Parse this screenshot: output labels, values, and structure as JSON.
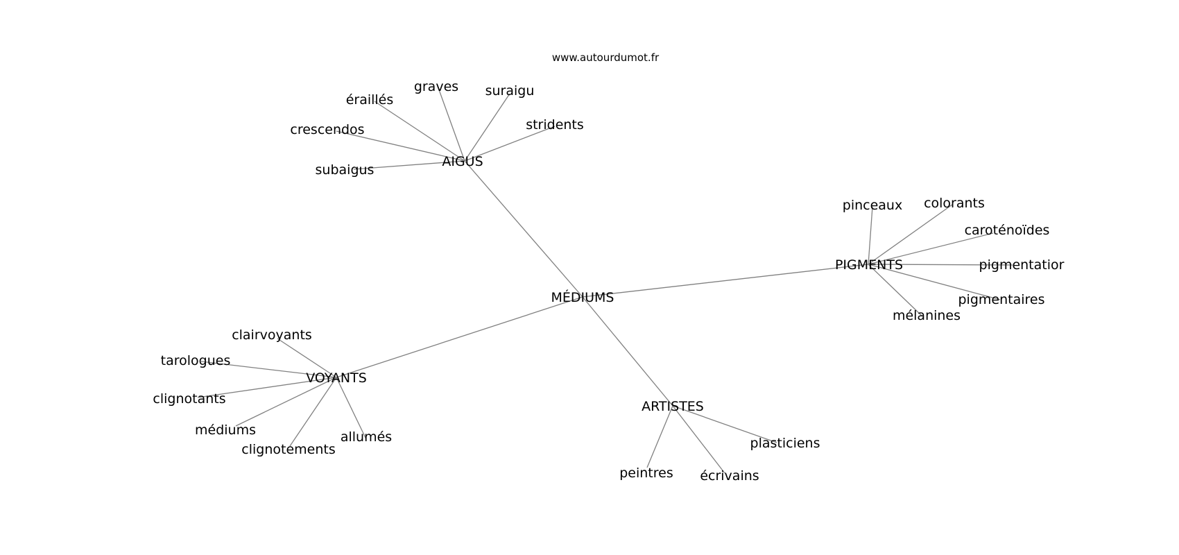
{
  "watermark": "www.autourdumot.fr",
  "center": "MÉDIUMS",
  "hubs": {
    "aigus": "AIGUS",
    "pigments": "PIGMENTS",
    "voyants": "VOYANTS",
    "artistes": "ARTISTES"
  },
  "leaves": {
    "aigus": [
      "éraillés",
      "graves",
      "suraigu",
      "stridents",
      "crescendos",
      "subaigus"
    ],
    "pigments": [
      "pinceaux",
      "colorants",
      "caroténoïdes",
      "pigmentatior",
      "pigmentaires",
      "mélanines"
    ],
    "voyants": [
      "clairvoyants",
      "tarologues",
      "clignotants",
      "médiums",
      "clignotements",
      "allumés"
    ],
    "artistes": [
      "plasticiens",
      "peintres",
      "écrivains"
    ]
  },
  "edge_color": "#808080"
}
